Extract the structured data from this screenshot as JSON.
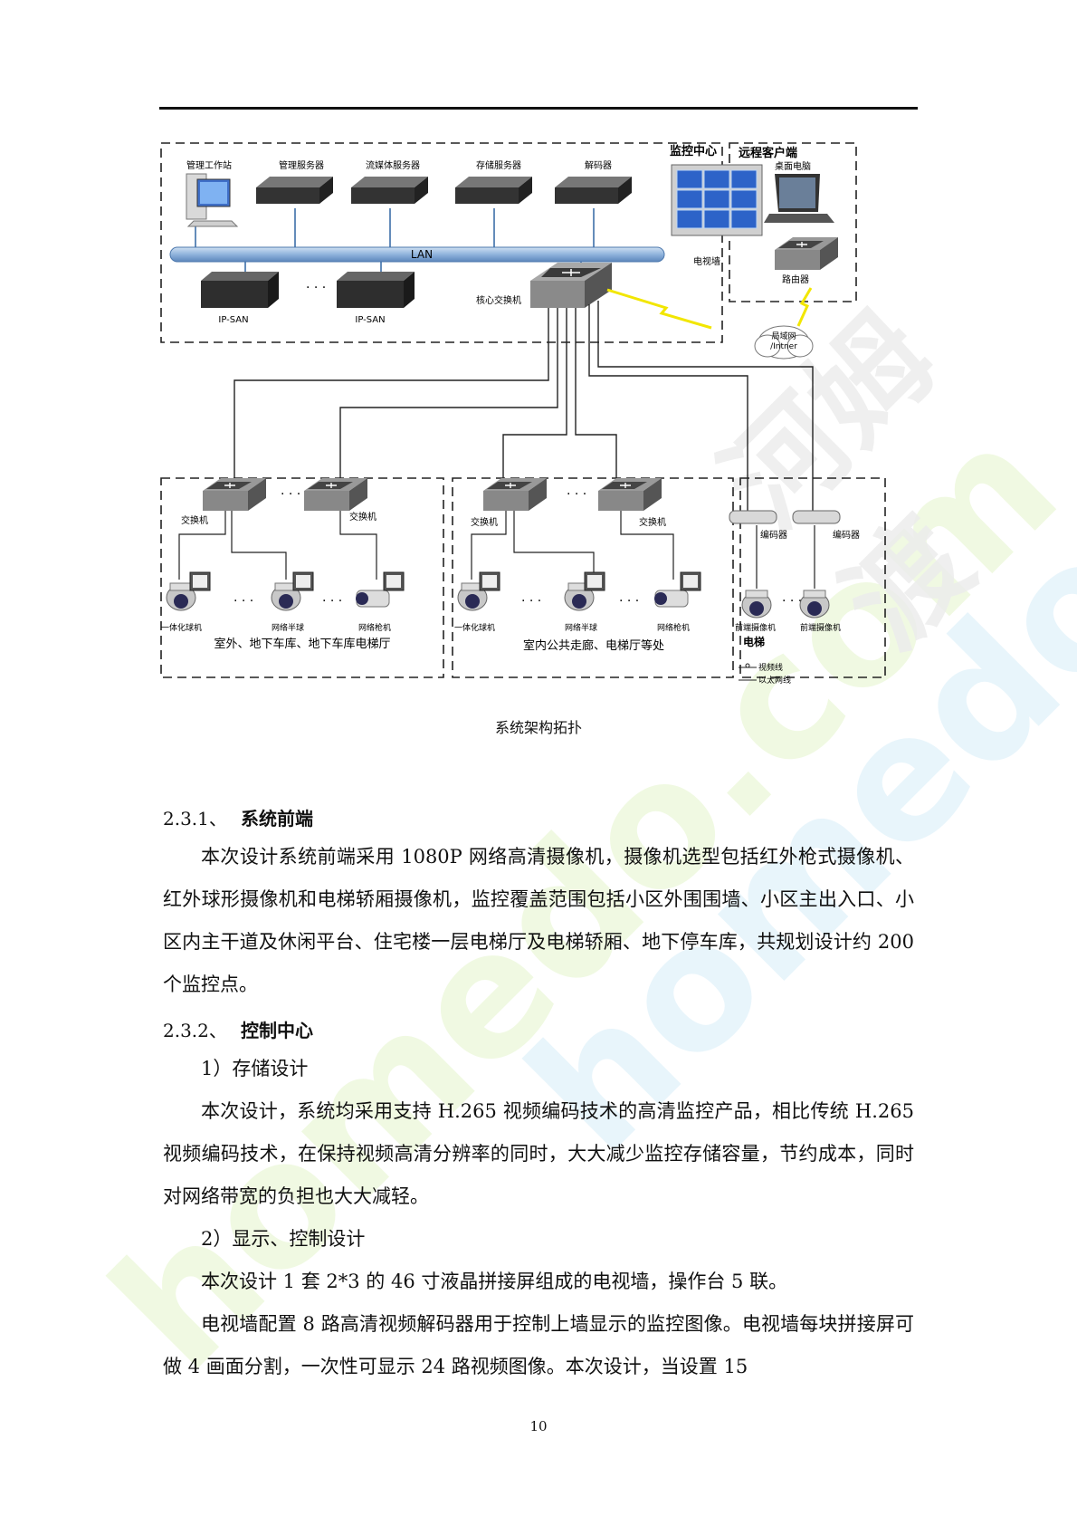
{
  "diagram": {
    "top_labels": {
      "mgmt_workstation": "管理工作站",
      "mgmt_server": "管理服务器",
      "media_server": "流媒体服务器",
      "storage_server": "存储服务器",
      "decoder": "解码器",
      "monitor_center": "监控中心",
      "tv_wall": "电视墙",
      "remote_client": "远程客户端",
      "desktop_pc": "桌面电脑",
      "router": "路由器",
      "lan": "LAN",
      "ipsan1": "IP-SAN",
      "ipsan2": "IP-SAN",
      "core_switch": "核心交换机",
      "internet": "局域网\n/Intner"
    },
    "zones": {
      "left": {
        "switch1": "交换机",
        "switch2": "交换机",
        "cam1": "一体化球机",
        "cam2": "网络半球",
        "cam3": "网络枪机",
        "title": "室外、地下车库、地下车库电梯厅"
      },
      "middle": {
        "switch1": "交换机",
        "switch2": "交换机",
        "cam1": "一体化球机",
        "cam2": "网络半球",
        "cam3": "网络枪机",
        "title": "室内公共走廊、电梯厅等处"
      },
      "right": {
        "enc1": "编码器",
        "enc2": "编码器",
        "cam1": "前端摄像机",
        "cam2": "前端摄像机",
        "title": "电梯"
      }
    },
    "legend": {
      "video": "视频线",
      "ethernet": "以太网线"
    },
    "caption": "系统架构拓扑"
  },
  "sections": [
    {
      "number": "2.3.1、",
      "title": "系统前端"
    },
    {
      "number": "2.3.2、",
      "title": "控制中心"
    }
  ],
  "paragraphs": {
    "p1": "本次设计系统前端采用 1080P 网络高清摄像机，摄像机选型包括红外枪式摄像机、红外球形摄像机和电梯轿厢摄像机，监控覆盖范围包括小区外围围墙、小区主出入口、小区内主干道及休闲平台、住宅楼一层电梯厅及电梯轿厢、地下停车库，共规划设计约 200 个监控点。",
    "sub1": "1）存储设计",
    "p2": "本次设计，系统均采用支持 H.265 视频编码技术的高清监控产品，相比传统 H.265 视频编码技术，在保持视频高清分辨率的同时，大大减少监控存储容量，节约成本，同时对网络带宽的负担也大大减轻。",
    "sub2": "2）显示、控制设计",
    "p3": "本次设计 1 套 2*3 的 46 寸液晶拼接屏组成的电视墙，操作台 5 联。",
    "p4": "电视墙配置 8 路高清视频解码器用于控制上墙显示的监控图像。电视墙每块拼接屏可做 4 画面分割，一次性可显示 24 路视频图像。本次设计，当设置 15"
  },
  "page_number": "10",
  "watermark": {
    "text1": "homedo.com",
    "text2": "河姆渡"
  },
  "colors": {
    "line": "#222222",
    "lan": "#8fb3dc",
    "device": "#3a3a3a",
    "bolt": "#f2e600",
    "wm_green": "#e6f5c8",
    "wm_blue": "#d5edf8"
  }
}
